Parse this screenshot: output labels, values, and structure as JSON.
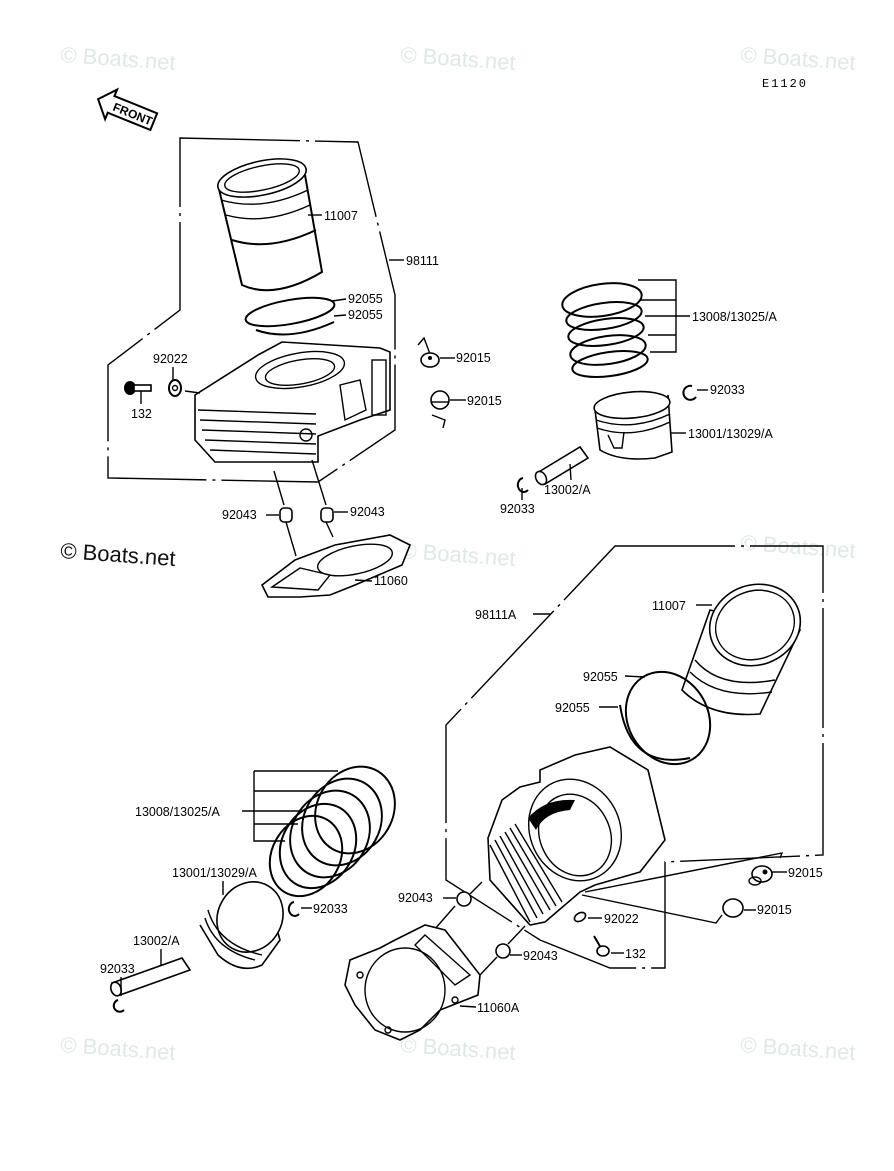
{
  "diagram": {
    "code": "E1120",
    "front_label": "FRONT",
    "watermark": "© Boats.net",
    "upper_assembly": {
      "assembly_label": "98111",
      "labels": {
        "liner": "11007",
        "oring_top": "92055",
        "oring_bottom": "92055",
        "washer": "92022",
        "bolt": "132",
        "nut_top": "92015",
        "nut_bottom": "92015",
        "dowel_left": "92043",
        "dowel_right": "92043",
        "gasket": "11060"
      }
    },
    "upper_piston": {
      "labels": {
        "rings": "13008/13025/A",
        "clip_top": "92033",
        "piston": "13001/13029/A",
        "pin": "13002/A",
        "clip_bottom": "92033"
      }
    },
    "lower_assembly": {
      "assembly_label": "98111A",
      "labels": {
        "liner": "11007",
        "oring_top": "92055",
        "oring_bottom": "92055",
        "dowel_top": "92043",
        "dowel_bottom": "92043",
        "washer": "92022",
        "bolt": "132",
        "nut_top": "92015",
        "nut_bottom": "92015",
        "gasket": "11060A"
      }
    },
    "lower_piston": {
      "labels": {
        "rings": "13008/13025/A",
        "piston": "13001/13029/A",
        "clip_top": "92033",
        "pin": "13002/A",
        "clip_bottom": "92033"
      }
    }
  }
}
